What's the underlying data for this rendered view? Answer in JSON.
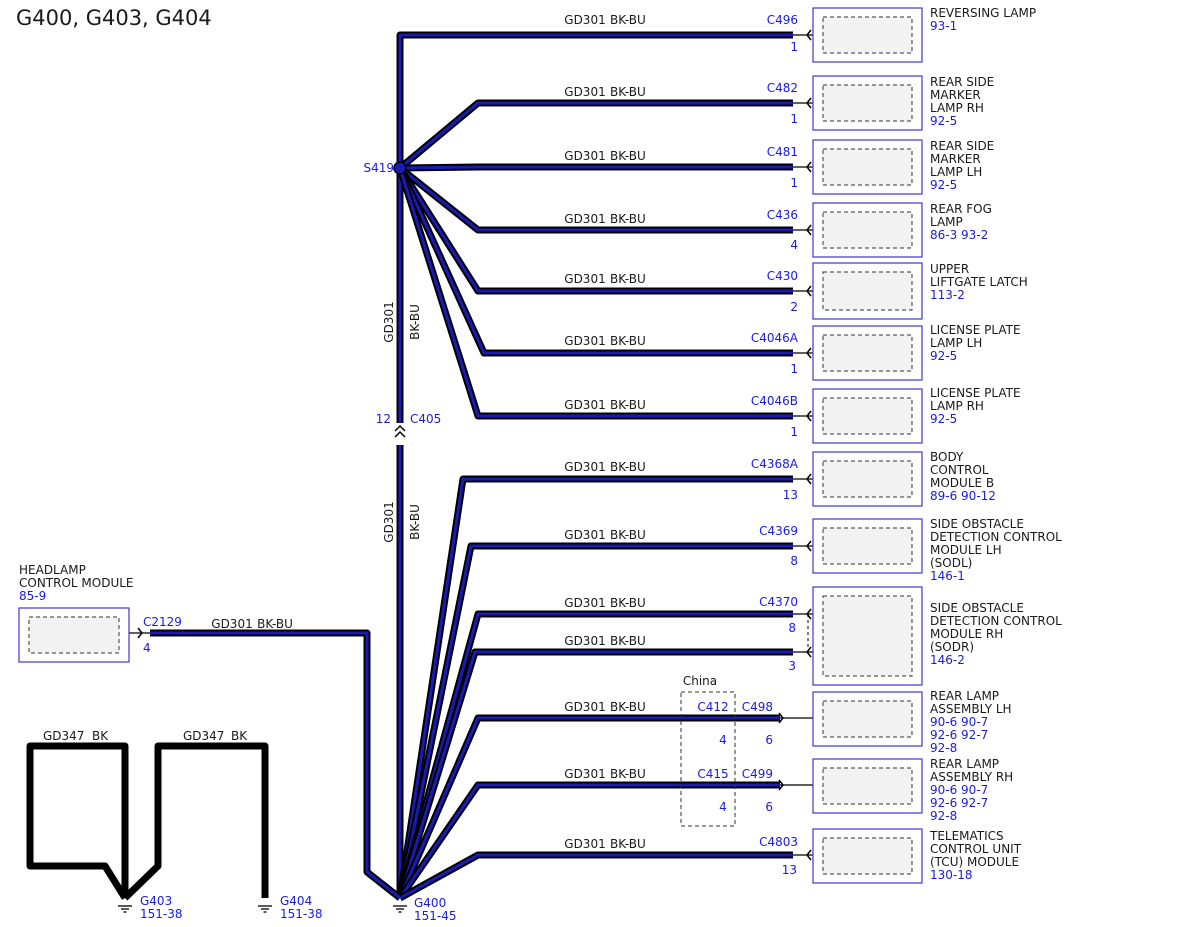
{
  "title": "G400, G403, G404",
  "colors": {
    "wire_outer": "#000000",
    "wire_inner": "#1a1ab4",
    "blue_text": "#1a1ae6",
    "box_border": "#3a3ad0",
    "box_fill": "#f2f2f2"
  },
  "wire_label": {
    "code": "GD301",
    "color": "BK-BU"
  },
  "splice": {
    "id": "S419"
  },
  "inline_connector": {
    "id": "C405",
    "pin": "12"
  },
  "trunk_labels": {
    "upper_code": "GD301",
    "upper_color": "BK-BU",
    "lower_code": "GD301",
    "lower_color": "BK-BU"
  },
  "components": [
    {
      "id": "c496",
      "connector": "C496",
      "pin": "1",
      "name": [
        "REVERSING LAMP"
      ],
      "refs": [
        "93-1"
      ]
    },
    {
      "id": "c482",
      "connector": "C482",
      "pin": "1",
      "name": [
        "REAR SIDE",
        "MARKER",
        "LAMP RH"
      ],
      "refs": [
        "92-5"
      ]
    },
    {
      "id": "c481",
      "connector": "C481",
      "pin": "1",
      "name": [
        "REAR SIDE",
        "MARKER",
        "LAMP LH"
      ],
      "refs": [
        "92-5"
      ]
    },
    {
      "id": "c436",
      "connector": "C436",
      "pin": "4",
      "name": [
        "REAR FOG",
        "LAMP"
      ],
      "refs": [
        "86-3  93-2"
      ]
    },
    {
      "id": "c430",
      "connector": "C430",
      "pin": "2",
      "name": [
        "UPPER",
        "LIFTGATE LATCH"
      ],
      "refs": [
        "113-2"
      ]
    },
    {
      "id": "c4046a",
      "connector": "C4046A",
      "pin": "1",
      "name": [
        "LICENSE PLATE",
        "LAMP LH"
      ],
      "refs": [
        "92-5"
      ]
    },
    {
      "id": "c4046b",
      "connector": "C4046B",
      "pin": "1",
      "name": [
        "LICENSE PLATE",
        "LAMP RH"
      ],
      "refs": [
        "92-5"
      ]
    },
    {
      "id": "c4368a",
      "connector": "C4368A",
      "pin": "13",
      "name": [
        "BODY",
        "CONTROL",
        "MODULE B"
      ],
      "refs": [
        "89-6  90-12"
      ]
    },
    {
      "id": "c4369",
      "connector": "C4369",
      "pin": "8",
      "name": [
        "SIDE OBSTACLE",
        "DETECTION CONTROL",
        "MODULE LH",
        "(SODL)"
      ],
      "refs": [
        "146-1"
      ]
    },
    {
      "id": "c4370",
      "connector": "C4370",
      "pin": "8",
      "pin2": "3",
      "name": [
        "SIDE OBSTACLE",
        "DETECTION CONTROL",
        "MODULE RH",
        "(SODR)"
      ],
      "refs": [
        "146-2"
      ]
    },
    {
      "id": "c498",
      "connector": "C498",
      "pin": "6",
      "name": [
        "REAR LAMP",
        "ASSEMBLY LH"
      ],
      "refs": [
        "90-6  90-7",
        "92-6  92-7",
        "92-8"
      ]
    },
    {
      "id": "c499",
      "connector": "C499",
      "pin": "6",
      "name": [
        "REAR LAMP",
        "ASSEMBLY RH"
      ],
      "refs": [
        "90-6  90-7",
        "92-6  92-7",
        "92-8"
      ]
    },
    {
      "id": "c4803",
      "connector": "C4803",
      "pin": "13",
      "name": [
        "TELEMATICS",
        "CONTROL UNIT",
        "(TCU) MODULE"
      ],
      "refs": [
        "130-18"
      ]
    }
  ],
  "china_group": {
    "label": "China",
    "connectors": [
      {
        "id": "C412",
        "pin": "4"
      },
      {
        "id": "C415",
        "pin": "4"
      }
    ]
  },
  "headlamp": {
    "name": [
      "HEADLAMP",
      "CONTROL MODULE"
    ],
    "ref": "85-9",
    "connector": "C2129",
    "pin": "4",
    "wire_code": "GD301",
    "wire_color": "BK-BU"
  },
  "gd347": {
    "code": "GD347",
    "color": "BK"
  },
  "grounds": [
    {
      "id": "G403",
      "ref": "151-38"
    },
    {
      "id": "G404",
      "ref": "151-38"
    },
    {
      "id": "G400",
      "ref": "151-45"
    }
  ]
}
